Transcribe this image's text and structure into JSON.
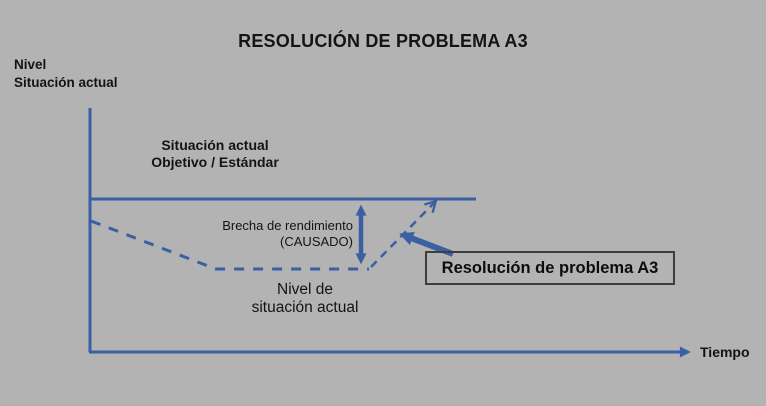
{
  "title": "RESOLUCIÓN DE PROBLEMA A3",
  "colors": {
    "background": "#b3b3b3",
    "line_blue": "#3b5fa3",
    "text": "#141414",
    "box_border": "#3e3e3e"
  },
  "diagram": {
    "y_axis_label": "Nivel\nSituación actual",
    "x_axis_label": "Tiempo",
    "target_label": "Situación actual\nObjetivo / Estándar",
    "gap_label": "Brecha de rendimiento\n(CAUSADO)",
    "current_level_label": "Nivel de\nsituación actual",
    "callout_label": "Resolución de problema A3"
  }
}
